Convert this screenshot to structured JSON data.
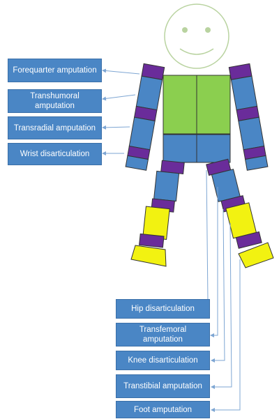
{
  "colors": {
    "label_fill": "#4a86c5",
    "label_text": "#ffffff",
    "connector_line": "#7ea6d3",
    "head_outline": "#b9d3a0",
    "torso": "#8bcf4f",
    "limb": "#4a86c5",
    "joint": "#6a2c9a",
    "foot": "#f2f211"
  },
  "labels": {
    "forequarter": "Forequarter amputation",
    "transhumoral": "Transhumoral amputation",
    "transradial": "Transradial amputation",
    "wrist": "Wrist disarticulation",
    "hip": "Hip disarticulation",
    "transfemoral": "Transfemoral amputation",
    "knee": "Knee disarticulation",
    "transtibial": "Transtibial amputation",
    "foot": "Foot amputation"
  }
}
